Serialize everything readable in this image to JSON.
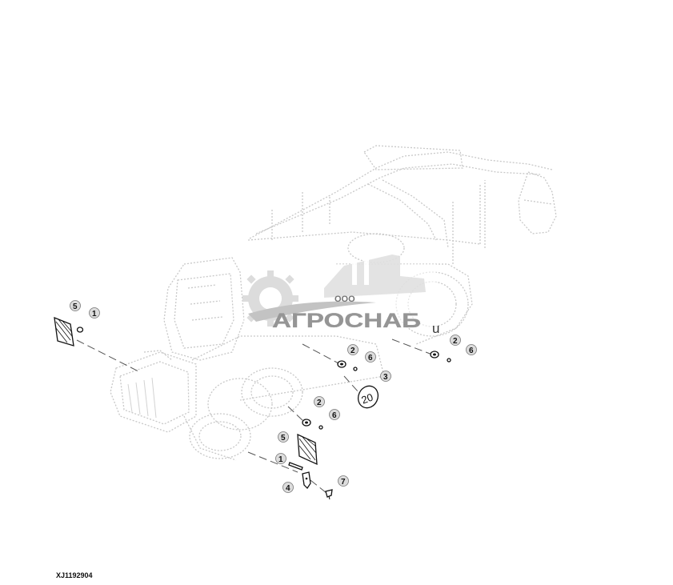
{
  "diagram": {
    "code": "XJ1192904",
    "callouts": {
      "c5a": "5",
      "c1a": "1",
      "c2a": "2",
      "c6a": "6",
      "c2b": "2",
      "c6b": "6",
      "c3": "3",
      "c2c": "2",
      "c6c": "6",
      "c5b": "5",
      "c1b": "1",
      "c4": "4",
      "c7": "7"
    },
    "speed_plate": "20"
  },
  "watermark": {
    "prefix": "ООО",
    "name": "АГРОСНАБ",
    "suffix": "u"
  }
}
